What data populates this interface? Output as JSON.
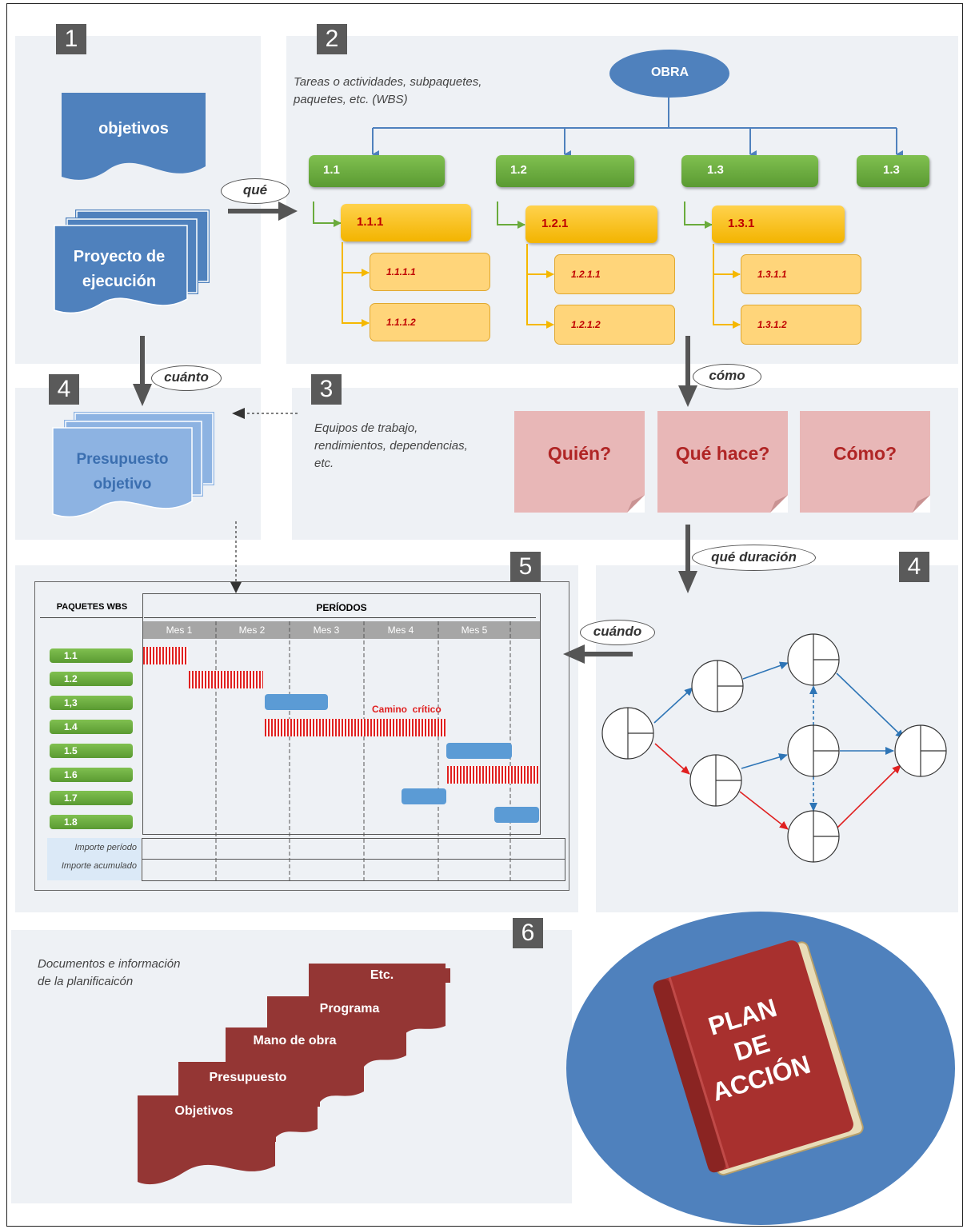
{
  "sections": {
    "s1": "1",
    "s2": "2",
    "s3": "3",
    "s4a": "4",
    "s4b": "4",
    "s5": "5",
    "s6": "6"
  },
  "panel1": {
    "objetivos": "objetivos",
    "proyecto_l1": "Proyecto de",
    "proyecto_l2": "ejecución"
  },
  "panel2": {
    "caption_l1": "Tareas o actividades, subpaquetes,",
    "caption_l2": "paquetes, etc. (WBS)",
    "root": "OBRA",
    "level1": [
      "1.1",
      "1.2",
      "1.3",
      "1.3"
    ],
    "level2": [
      "1.1.1",
      "1.2.1",
      "1.3.1"
    ],
    "level3": [
      [
        "1.1.1.1",
        "1.1.1.2"
      ],
      [
        "1.2.1.1",
        "1.2.1.2"
      ],
      [
        "1.3.1.1",
        "1.3.1.2"
      ]
    ]
  },
  "connectors": {
    "que": "qué",
    "cuanto": "cuánto",
    "como": "cómo",
    "que_duracion": "qué duración",
    "cuando": "cuándo"
  },
  "panel4": {
    "pres_l1": "Presupuesto",
    "pres_l2": "objetivo"
  },
  "panel3": {
    "caption_l1": "Equipos de trabajo,",
    "caption_l2": "rendimientos, dependencias,",
    "caption_l3": "etc.",
    "notes": [
      "Quién?",
      "Qué hace?",
      "Cómo?"
    ]
  },
  "gantt": {
    "header_wbs": "PAQUETES WBS",
    "header_periods": "PERÍODOS",
    "months": [
      "Mes 1",
      "Mes 2",
      "Mes 3",
      "Mes 4",
      "Mes 5"
    ],
    "packages": [
      "1.1",
      "1.2",
      "1,3",
      "1.4",
      "1.5",
      "1.6",
      "1.7",
      "1.8"
    ],
    "critical_label": "Camino  crítico",
    "row_importe_periodo": "Importe período",
    "row_importe_acumulado": "Importe acumulado"
  },
  "panel6": {
    "caption_l1": "Documentos e información",
    "caption_l2": "de la planificaicón",
    "documents": [
      "Etc.",
      "Programa",
      "Mano de obra",
      "Presupuesto",
      "Objetivos"
    ]
  },
  "book": {
    "line1": "PLAN",
    "line2": "DE",
    "line3": "ACCIÓN"
  },
  "colors": {
    "blue_doc": "#4f81bd",
    "light_blue_doc": "#8db3e2",
    "green": "#6aab3c",
    "orange": "#f5b800",
    "sticky": "#e8b7b7",
    "critical_red": "#e02020",
    "bar_blue": "#5b9bd5",
    "doc_red": "#943634",
    "circle_blue": "#4f81bd"
  }
}
